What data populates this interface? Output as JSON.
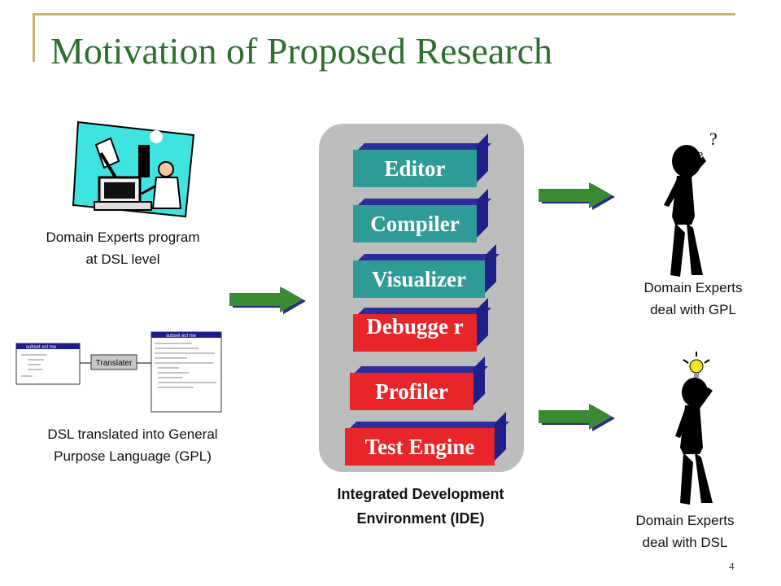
{
  "title": "Motivation of Proposed Research",
  "captions": {
    "domain_experts_program": [
      "Domain Experts program",
      "at DSL level"
    ],
    "dsl_translated": [
      "DSL translated into General",
      "Purpose Language (GPL)"
    ],
    "ide": [
      "Integrated Development",
      "Environment (IDE)"
    ],
    "deal_gpl": [
      "Domain Experts",
      "deal with GPL"
    ],
    "deal_dsl": [
      "Domain Experts",
      "deal with DSL"
    ]
  },
  "ide_tools": [
    {
      "label": "Editor",
      "color": "#2f9b96"
    },
    {
      "label": "Compiler",
      "color": "#2f9b96"
    },
    {
      "label": "Visualizer",
      "color": "#2f9b96"
    },
    {
      "label": "Debugge r",
      "color": "#e8262a"
    },
    {
      "label": "Profiler",
      "color": "#e8262a"
    },
    {
      "label": "Test Engine",
      "color": "#e8262a"
    }
  ],
  "translator": {
    "label": "Translater",
    "left_window_title": "subset ecl me",
    "right_window_title": "subset ecl me"
  },
  "colors": {
    "title": "#2e6e2e",
    "frame": "#c9b36a",
    "arrow": "#3a8a32",
    "panel": "#bdbdbd"
  },
  "page_number": "4"
}
